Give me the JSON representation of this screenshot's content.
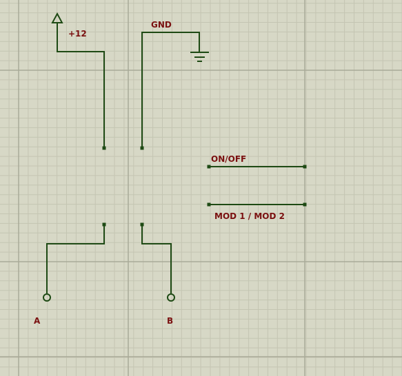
{
  "colors": {
    "background": "#d7d8c6",
    "grid_fine": "#c4c5b2",
    "grid_major": "#a9aa98",
    "wire": "#1e4a14",
    "label": "#7a1010"
  },
  "labels": {
    "power": "+12",
    "ground": "GND",
    "on_off": "ON/OFF",
    "mode": "MOD 1 / MOD 2",
    "terminal_a": "A",
    "terminal_b": "B"
  }
}
